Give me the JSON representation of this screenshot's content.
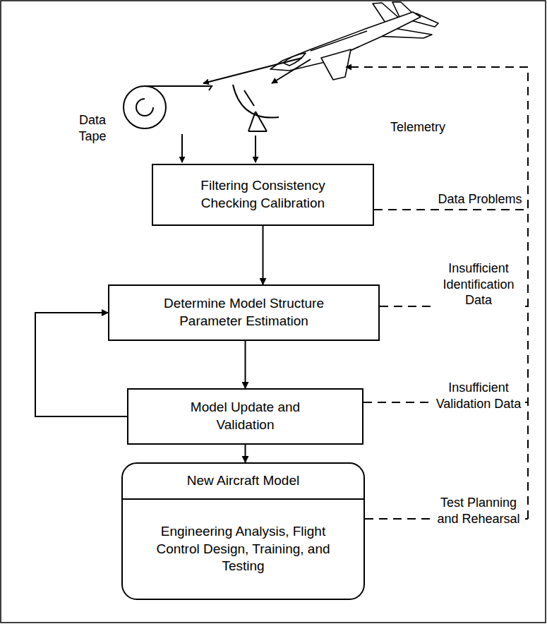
{
  "diagram": {
    "nodes": [
      {
        "text": [
          "Filtering Consistency Checking Calibration"
        ]
      },
      {
        "text": [
          "Determine Model Structure Parameter Estimation"
        ]
      },
      {
        "text": [
          "Model Update and Validation"
        ]
      },
      {
        "text": [
          "New Aircraft Model",
          "Engineering Analysis, Flight Control Design, Training, and Testing"
        ]
      }
    ],
    "edges": [
      {
        "from": 0,
        "to": 1,
        "arrow": "to"
      },
      {
        "from": 1,
        "to": 2,
        "arrow": "to"
      },
      {
        "from": 2,
        "to": 3,
        "arrow": "to"
      },
      {
        "from": 2,
        "to": 1,
        "arrow": "to"
      }
    ],
    "labels": [
      "Data Tape",
      "Telemetry",
      "Data Problems",
      "Insufficient Identification Data",
      "Insufficient Validation Data",
      "Test Planning and Rehearsal"
    ]
  }
}
